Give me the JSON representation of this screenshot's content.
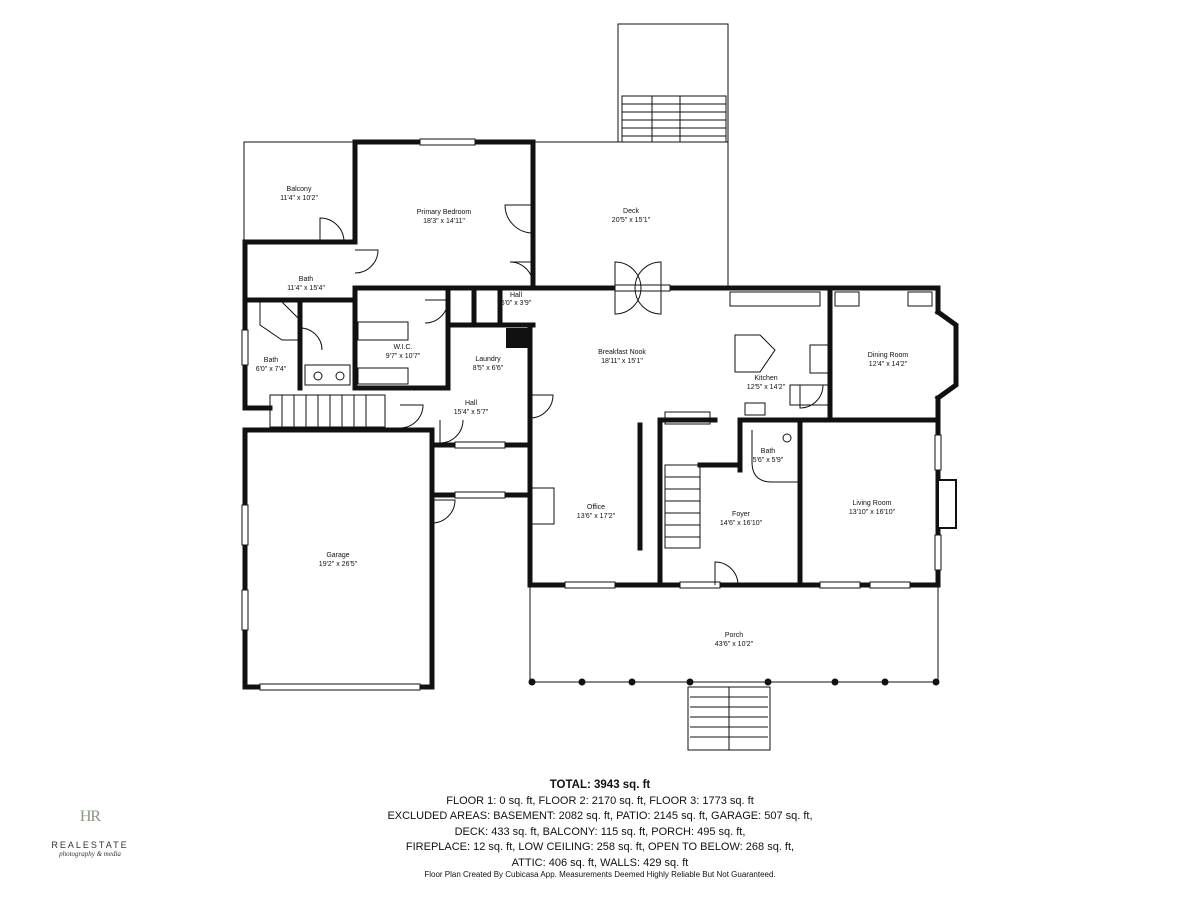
{
  "rooms": [
    {
      "name": "Balcony",
      "dims": "11'4\" x 10'2\""
    },
    {
      "name": "Primary Bedroom",
      "dims": "18'3\" x 14'11\""
    },
    {
      "name": "Deck",
      "dims": "20'5\" x 15'1\""
    },
    {
      "name": "Bath",
      "dims": "11'4\" x 15'4\""
    },
    {
      "name": "Hall",
      "dims": "5'0\" x 3'9\""
    },
    {
      "name": "W.I.C.",
      "dims": "9'7\" x 10'7\""
    },
    {
      "name": "Laundry",
      "dims": "8'5\" x 6'6\""
    },
    {
      "name": "Breakfast Nook",
      "dims": "18'11\" x 15'1\""
    },
    {
      "name": "Kitchen",
      "dims": "12'5\" x 14'2\""
    },
    {
      "name": "Dining Room",
      "dims": "12'4\" x 14'2\""
    },
    {
      "name": "Bath",
      "dims": "6'0\" x 7'4\""
    },
    {
      "name": "Hall",
      "dims": "15'4\" x 5'7\""
    },
    {
      "name": "Bath",
      "dims": "5'6\" x 5'9\""
    },
    {
      "name": "Garage",
      "dims": "19'2\" x 26'5\""
    },
    {
      "name": "Office",
      "dims": "13'6\" x 17'2\""
    },
    {
      "name": "Foyer",
      "dims": "14'6\" x 16'10\""
    },
    {
      "name": "Living Room",
      "dims": "13'10\" x 16'10\""
    },
    {
      "name": "Porch",
      "dims": "43'6\" x 10'2\""
    }
  ],
  "summary": {
    "total": "TOTAL: 3943 sq. ft",
    "line1": "FLOOR 1: 0 sq. ft, FLOOR 2: 2170 sq. ft, FLOOR 3: 1773 sq. ft",
    "line2": "EXCLUDED AREAS: BASEMENT: 2082 sq. ft, PATIO: 2145 sq. ft, GARAGE: 507 sq. ft,",
    "line3": "DECK: 433 sq. ft, BALCONY: 115 sq. ft, PORCH: 495 sq. ft,",
    "line4": "FIREPLACE: 12 sq. ft, LOW CEILING: 258 sq. ft, OPEN TO BELOW: 268 sq. ft,",
    "line5": "ATTIC: 406 sq. ft, WALLS: 429 sq. ft"
  },
  "credit": "Floor Plan Created By Cubicasa App. Measurements Deemed Highly Reliable But Not Guaranteed.",
  "logo": {
    "mark": "HR",
    "word": "REALESTATE",
    "sub": "photography & media"
  }
}
